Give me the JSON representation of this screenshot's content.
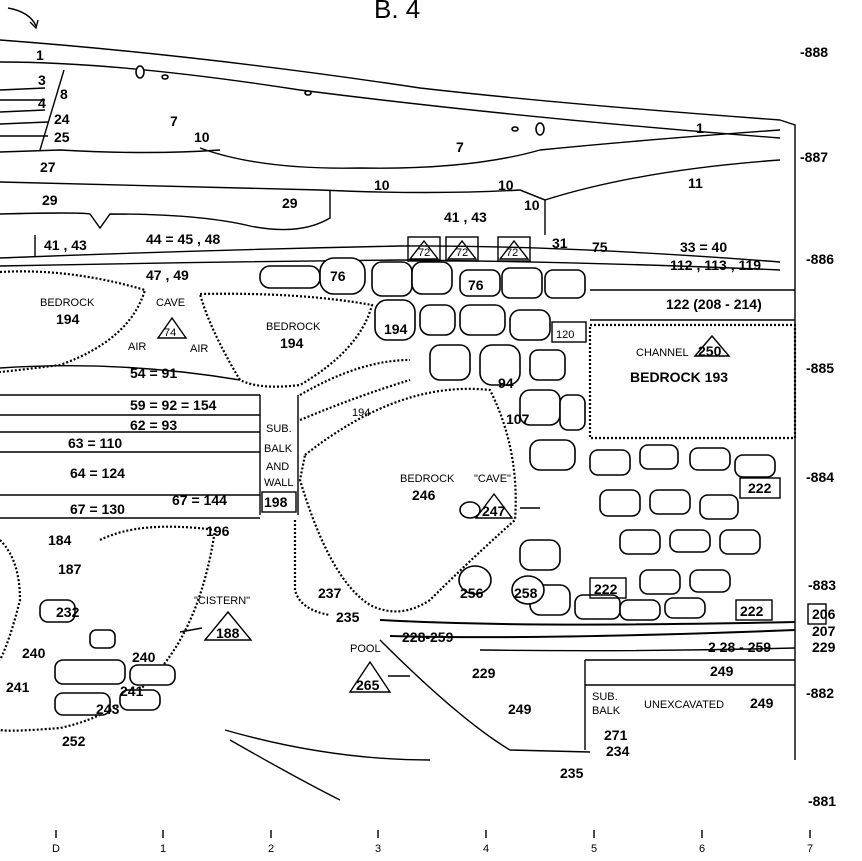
{
  "title": "B. 4",
  "elevations": [
    "-888",
    "-887",
    "-886",
    "-885",
    "-884",
    "-883",
    "-882",
    "-881"
  ],
  "grid_ticks": [
    "D",
    "1",
    "2",
    "3",
    "4",
    "5",
    "6",
    "7"
  ],
  "words": {
    "bedrock": "BEDROCK",
    "cave": "CAVE",
    "cave_quoted": "\"CAVE\"",
    "air": "AIR",
    "sub": "SUB.",
    "balk": "BALK",
    "and": "AND",
    "wall": "WALL",
    "cistern": "\"CISTERN\"",
    "pool": "POOL",
    "channel": "CHANNEL",
    "unexcavated": "UNEXCAVATED"
  },
  "loci": {
    "l1": "1",
    "l3": "3",
    "l4": "4",
    "l8": "8",
    "l24": "24",
    "l25": "25",
    "l27": "27",
    "l7": "7",
    "l7b": "7",
    "l10a": "10",
    "l10b": "10",
    "l10c": "10",
    "l10d": "10",
    "l1b": "1",
    "l11": "11",
    "l29": "29",
    "l29b": "29",
    "l41_43": "41 , 43",
    "l41_43b": "41 , 43",
    "l44": "44 = 45 , 48",
    "l31": "31",
    "l75": "75",
    "l33": "33 = 40",
    "l112": "112 , 113 , 119",
    "l47": "47 , 49",
    "l76": "76",
    "l76b": "76",
    "l122": "122 (208 - 214)",
    "l194a": "194",
    "l194b": "194",
    "l194c": "194",
    "l194d": "194",
    "l74": "74",
    "l72a": "72",
    "l72b": "72",
    "l72c": "72",
    "l120": "120",
    "l250": "250",
    "l193": "BEDROCK 193",
    "l54": "54 = 91",
    "l59": "59 = 92 = 154",
    "l62": "62 = 93",
    "l63": "63 = 110",
    "l64": "64 = 124",
    "l67a": "67 = 130",
    "l67b": "67 = 144",
    "l198": "198",
    "l196": "196",
    "l94": "94",
    "l107": "107",
    "l246": "246",
    "l247": "247",
    "l222a": "222",
    "l222b": "222",
    "l222c": "222",
    "l184": "184",
    "l187": "187",
    "l232": "232",
    "l188": "188",
    "l237": "237",
    "l235a": "235",
    "l235b": "235",
    "l256": "256",
    "l258": "258",
    "l228a": "228-259",
    "l228b": "2 28 - 259",
    "l206": "206",
    "l207": "207",
    "l229a": "229",
    "l229b": "229",
    "l249a": "249",
    "l249b": "249",
    "l249c": "249",
    "l265": "265",
    "l240a": "240",
    "l240b": "240",
    "l241a": "241",
    "l241b": "241",
    "l243": "243",
    "l252": "252",
    "l271": "271",
    "l234": "234"
  }
}
